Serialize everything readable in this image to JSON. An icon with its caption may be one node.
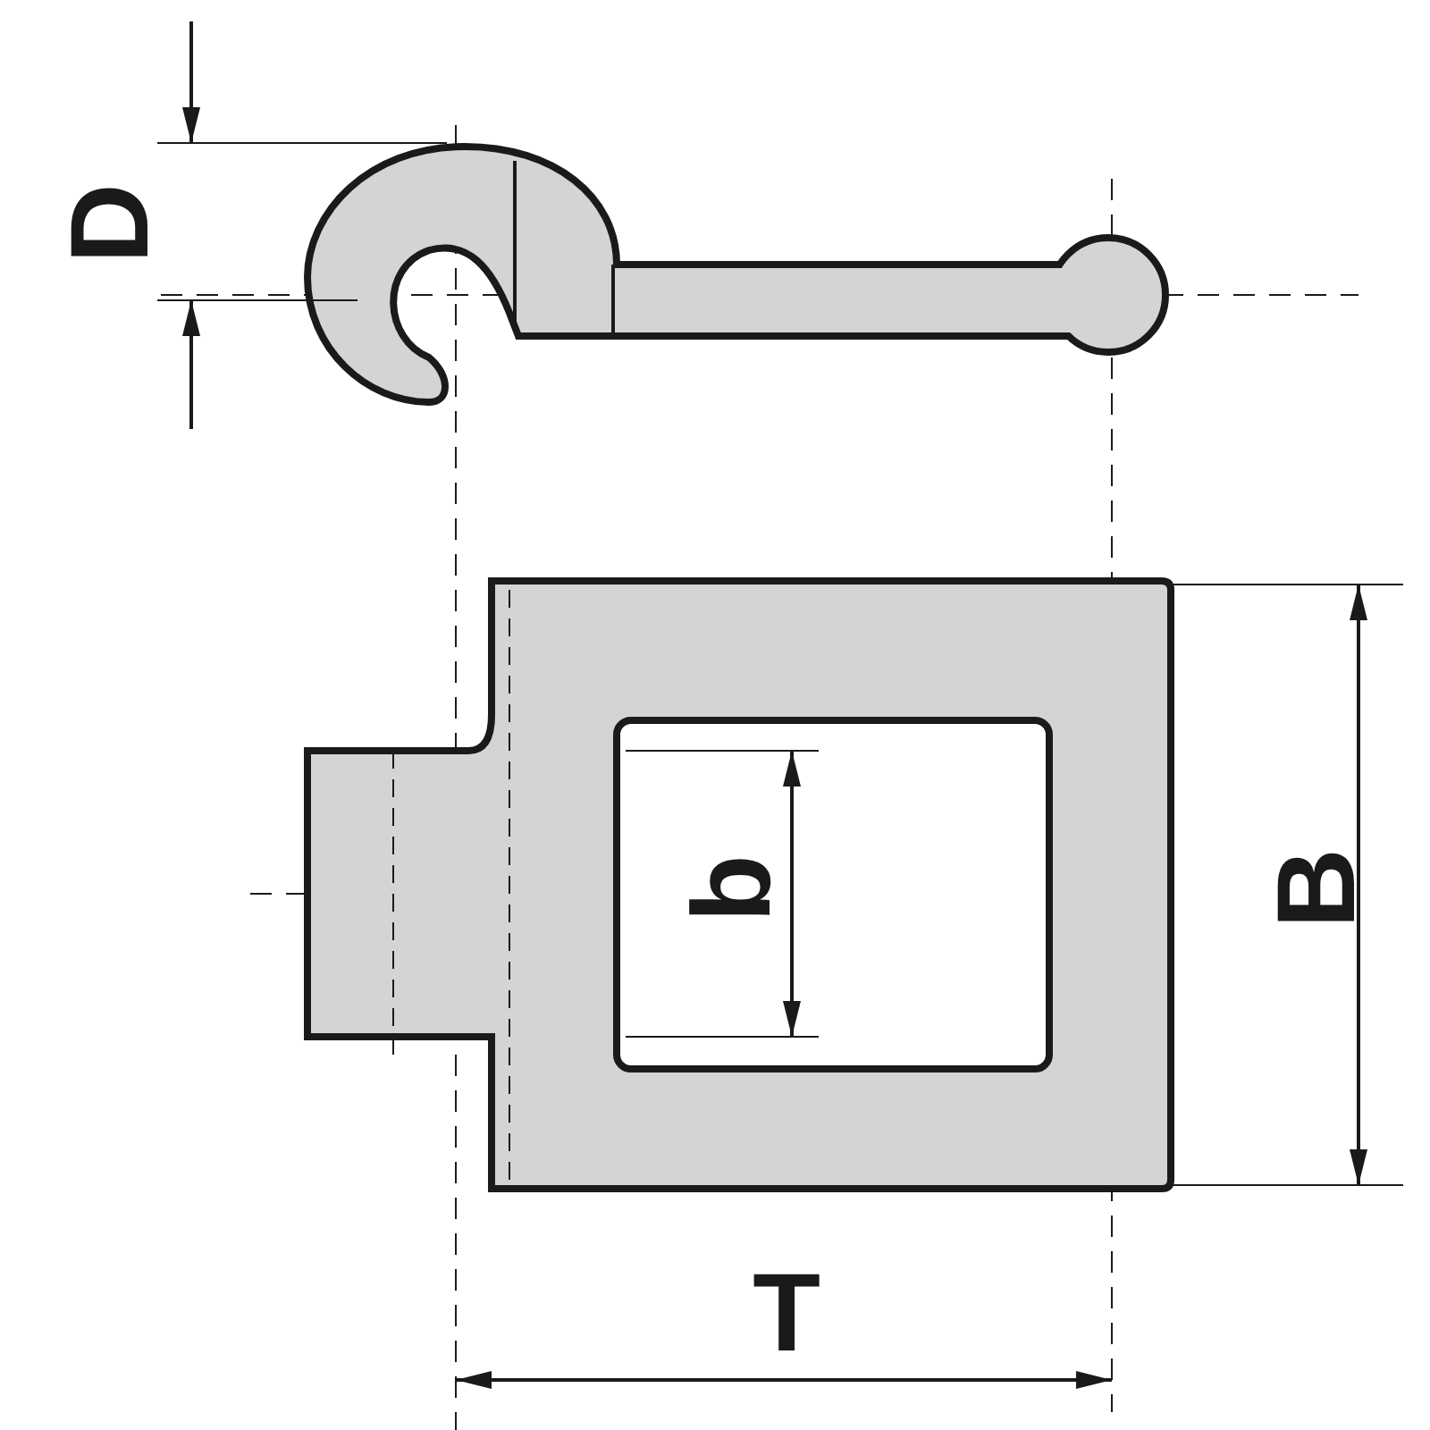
{
  "diagram": {
    "labels": [
      "D",
      "b",
      "B",
      "T"
    ]
  }
}
